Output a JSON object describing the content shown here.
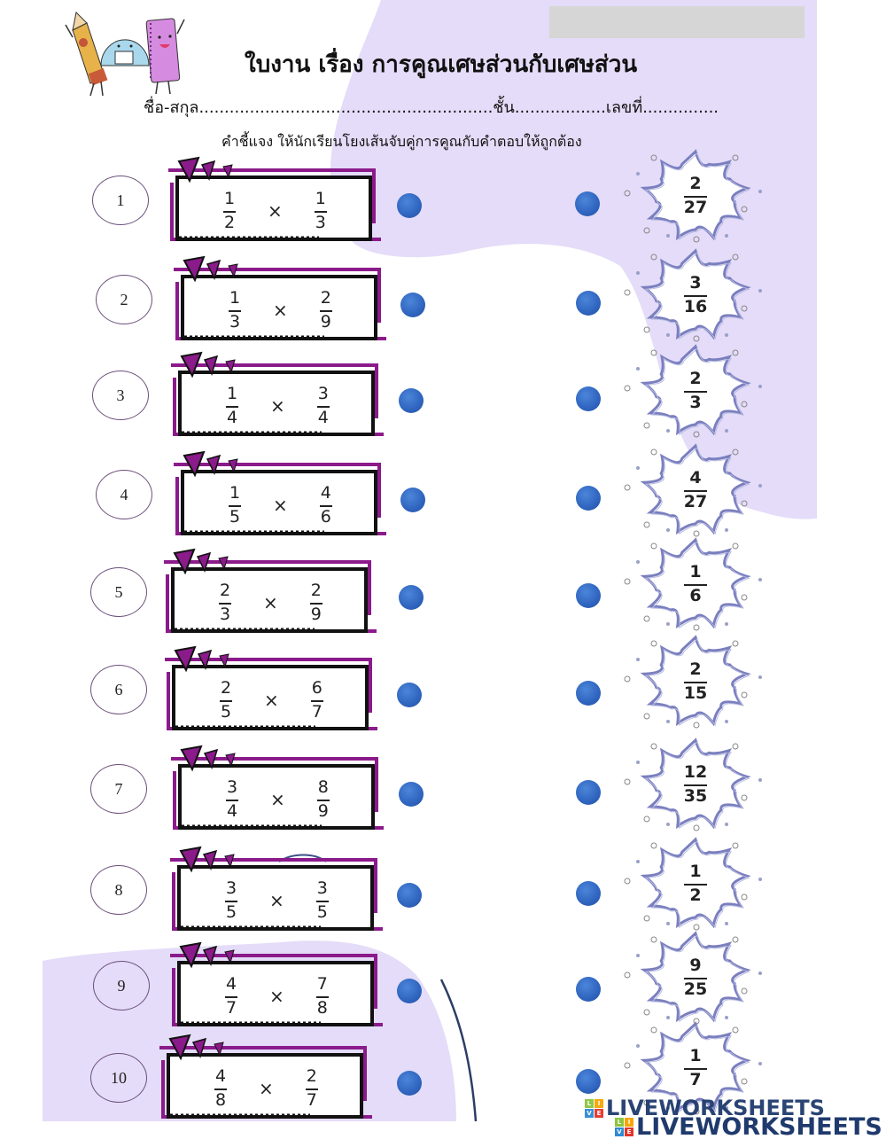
{
  "worksheet": {
    "title": "ใบงาน เรื่อง การคูณเศษส่วนกับเศษส่วน",
    "name_label": "ชื่อ-สกุล",
    "name_dots": "..........................................................",
    "class_label": "ชั้น",
    "class_dots": "..................",
    "number_label": "เลขที่",
    "number_dots": "...............",
    "instruction": "คำชี้แจง  ให้นักเรียนโยงเส้นจับคู่การคูณกับคำตอบให้ถูกต้อง"
  },
  "colors": {
    "background_blob": "#e4dcf8",
    "frame_purple": "#8b1a8b",
    "dot_blue": "#2f64bf",
    "star_outline": "#7a7fbf"
  },
  "questions": [
    {
      "number": "1",
      "a_num": "1",
      "a_den": "2",
      "op": "×",
      "b_num": "1",
      "b_den": "3"
    },
    {
      "number": "2",
      "a_num": "1",
      "a_den": "3",
      "op": "×",
      "b_num": "2",
      "b_den": "9"
    },
    {
      "number": "3",
      "a_num": "1",
      "a_den": "4",
      "op": "×",
      "b_num": "3",
      "b_den": "4"
    },
    {
      "number": "4",
      "a_num": "1",
      "a_den": "5",
      "op": "×",
      "b_num": "4",
      "b_den": "6"
    },
    {
      "number": "5",
      "a_num": "2",
      "a_den": "3",
      "op": "×",
      "b_num": "2",
      "b_den": "9"
    },
    {
      "number": "6",
      "a_num": "2",
      "a_den": "5",
      "op": "×",
      "b_num": "6",
      "b_den": "7"
    },
    {
      "number": "7",
      "a_num": "3",
      "a_den": "4",
      "op": "×",
      "b_num": "8",
      "b_den": "9"
    },
    {
      "number": "8",
      "a_num": "3",
      "a_den": "5",
      "op": "×",
      "b_num": "3",
      "b_den": "5"
    },
    {
      "number": "9",
      "a_num": "4",
      "a_den": "7",
      "op": "×",
      "b_num": "7",
      "b_den": "8"
    },
    {
      "number": "10",
      "a_num": "4",
      "a_den": "8",
      "op": "×",
      "b_num": "2",
      "b_den": "7"
    }
  ],
  "answers": [
    {
      "num": "2",
      "den": "27"
    },
    {
      "num": "3",
      "den": "16"
    },
    {
      "num": "2",
      "den": "3"
    },
    {
      "num": "4",
      "den": "27"
    },
    {
      "num": "1",
      "den": "6"
    },
    {
      "num": "2",
      "den": "15"
    },
    {
      "num": "12",
      "den": "35"
    },
    {
      "num": "1",
      "den": "2"
    },
    {
      "num": "9",
      "den": "25"
    },
    {
      "num": "1",
      "den": "7"
    }
  ],
  "watermark": {
    "text": "LIVEWORKSHEETS",
    "logo_letters": [
      "L",
      "I",
      "V",
      "E"
    ]
  }
}
